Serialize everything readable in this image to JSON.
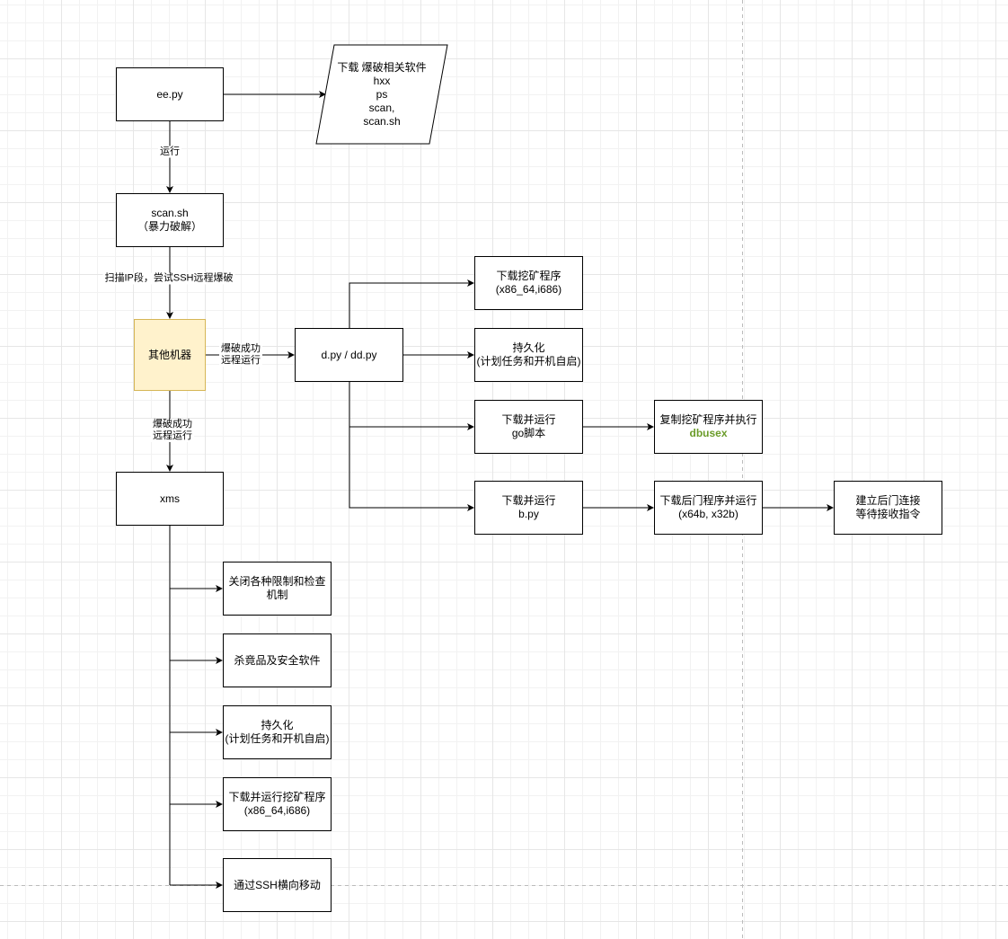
{
  "nodes": {
    "ee_py": "ee.py",
    "download_tools": {
      "line1": "下载 爆破相关软件",
      "line2": "hxx",
      "line3": "ps",
      "line4": "scan,",
      "line5": "scan.sh"
    },
    "scan_sh": {
      "line1": "scan.sh",
      "line2": "（暴力破解）"
    },
    "other_machines": "其他机器",
    "d_py": "d.py / dd.py",
    "download_miner": {
      "line1": "下载挖矿程序",
      "line2": "(x86_64,i686)"
    },
    "persistence_top": {
      "line1": "持久化",
      "line2": "(计划任务和开机自启)"
    },
    "download_go": {
      "line1": "下载并运行",
      "line2": "go脚本"
    },
    "copy_miner": {
      "line1": "复制挖矿程序并执行",
      "line2": "dbusex"
    },
    "download_b": {
      "line1": "下载并运行",
      "line2": "b.py"
    },
    "download_backdoor": {
      "line1": "下载后门程序并运行",
      "line2": "(x64b, x32b)"
    },
    "backdoor_connect": {
      "line1": "建立后门连接",
      "line2": "等待接收指令"
    },
    "xms": "xms",
    "disable_limits": {
      "line1": "关闭各种限制和检查",
      "line2": "机制"
    },
    "kill_competitors": "杀竟品及安全软件",
    "persistence_bottom": {
      "line1": "持久化",
      "line2": "(计划任务和开机自启)"
    },
    "download_run_miner": {
      "line1": "下载并运行挖矿程序",
      "line2": "(x86_64,i686)"
    },
    "ssh_lateral": "通过SSH横向移动"
  },
  "edges": {
    "run": "运行",
    "scan_ip": "扫描IP段，尝试SSH远程爆破",
    "brute_success_right": {
      "line1": "爆破成功",
      "line2": "远程运行"
    },
    "brute_success_down": {
      "line1": "爆破成功",
      "line2": "远程运行"
    }
  },
  "colors": {
    "highlight_fill": "#fff2cc",
    "highlight_border": "#d6b656",
    "accent_text": "#6b9c2a"
  }
}
